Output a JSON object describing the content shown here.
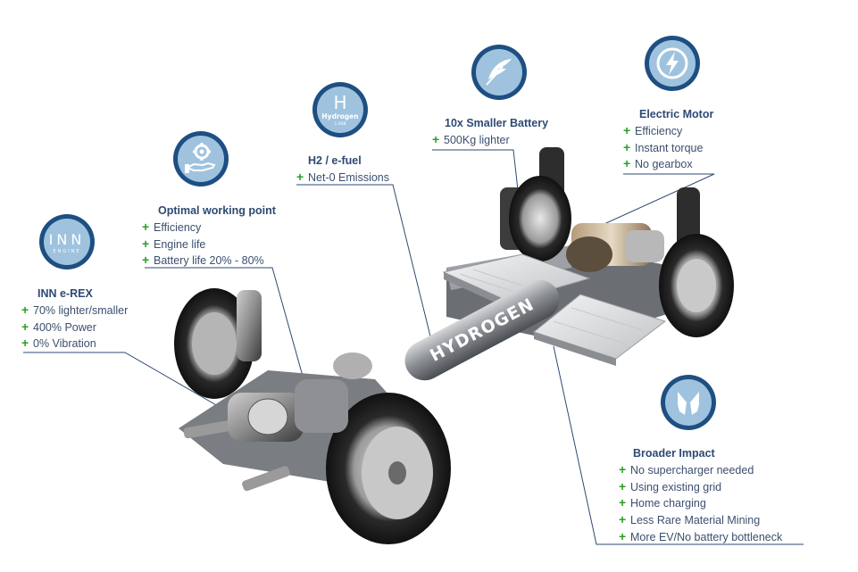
{
  "colors": {
    "title": "#2e4a73",
    "text": "#3b4f6e",
    "plus": "#2aa02a",
    "badge_ring": "#1e4f82",
    "badge_fill": "#9fc3de",
    "leader": "#2e4a73"
  },
  "callouts": {
    "inn_erex": {
      "title": "INN e-REX",
      "items": [
        "70% lighter/smaller",
        "400% Power",
        "0% Vibration"
      ],
      "icon": "inn-engine-logo-icon",
      "logo_text": "INN",
      "logo_sub": "ENGINE"
    },
    "working_point": {
      "title": "Optimal working point",
      "items": [
        "Efficiency",
        "Engine life",
        "Battery life 20% - 80%"
      ],
      "icon": "gear-hand-icon"
    },
    "h2": {
      "title": "H2 / e-fuel",
      "items": [
        "Net-0 Emissions"
      ],
      "icon": "hydrogen-element-icon",
      "element_symbol": "H",
      "element_name": "Hydrogen",
      "element_number": "1.008"
    },
    "battery": {
      "title": "10x Smaller Battery",
      "items": [
        "500Kg lighter"
      ],
      "icon": "feather-icon"
    },
    "motor": {
      "title": "Electric Motor",
      "items": [
        "Efficiency",
        "Instant torque",
        "No gearbox"
      ],
      "icon": "lightning-bolt-icon"
    },
    "impact": {
      "title": "Broader Impact",
      "items": [
        "No supercharger needed",
        "Using existing grid",
        "Home charging",
        "Less Rare Material Mining",
        "More EV/No battery bottleneck"
      ],
      "icon": "hands-icon"
    }
  },
  "illustration": {
    "tank_label": "HYDROGEN"
  }
}
